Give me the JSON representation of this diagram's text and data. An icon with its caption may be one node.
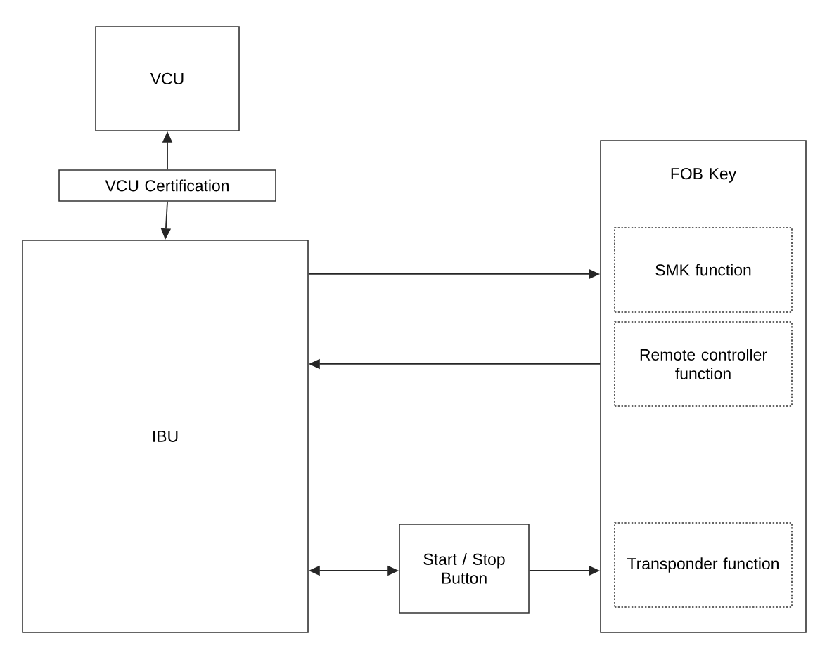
{
  "diagram": {
    "nodes": [
      {
        "text": [
          "VCU"
        ]
      },
      {
        "text": [
          "VCU Certification"
        ]
      },
      {
        "text": [
          "IBU"
        ]
      },
      {
        "text": [
          "FOB Key"
        ]
      },
      {
        "text": [
          "SMK function"
        ],
        "in": 3
      },
      {
        "text": [
          "Remote controller function"
        ],
        "in": 3
      },
      {
        "text": [
          "Transponder function"
        ],
        "in": 3
      },
      {
        "text": [
          "Start / Stop Button"
        ]
      }
    ],
    "edges": [
      {
        "from": 1,
        "to": 0,
        "arrow": "to"
      },
      {
        "from": 1,
        "to": 2,
        "arrow": "to"
      },
      {
        "from": 2,
        "to": 3,
        "arrow": "to"
      },
      {
        "from": 3,
        "to": 2,
        "arrow": "to"
      },
      {
        "from": 2,
        "to": 7,
        "arrow": "both"
      },
      {
        "from": 7,
        "to": 3,
        "arrow": "to"
      }
    ]
  }
}
